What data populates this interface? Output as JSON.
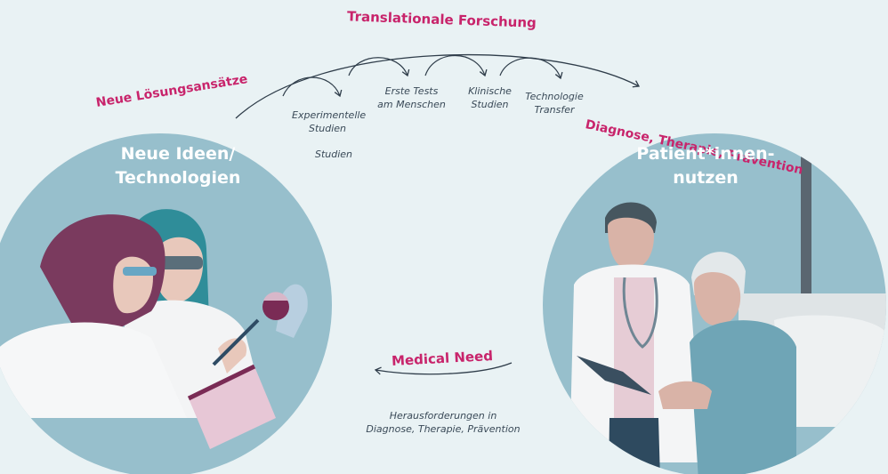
{
  "top_label": "Translationale Forschung",
  "left_arc_label": "Neue Lösungsansätze",
  "right_arc_label": "Diagnose, Therapie, Prävention",
  "left_circle": {
    "title_line1": "Neue Ideen/",
    "title_line2": "Technologien"
  },
  "right_circle": {
    "title_line1": "Patient*innen-",
    "title_line2": "nutzen"
  },
  "steps": [
    {
      "line1": "Experimentelle",
      "line2": "Studien"
    },
    {
      "line1": "Erste Tests",
      "line2": "am Menschen"
    },
    {
      "line1": "Klinische",
      "line2": "Studien"
    },
    {
      "line1": "Technologie",
      "line2": "Transfer"
    }
  ],
  "step_extra": "Studien",
  "bottom_label": "Medical Need",
  "bottom_caption": {
    "line1": "Herausforderungen in",
    "line2": "Diagnose, Therapie, Prävention"
  },
  "colors": {
    "background": "#e9f2f4",
    "circle": "#97bfcc",
    "accent": "#c8246b",
    "arrow": "#2f3d4a"
  }
}
